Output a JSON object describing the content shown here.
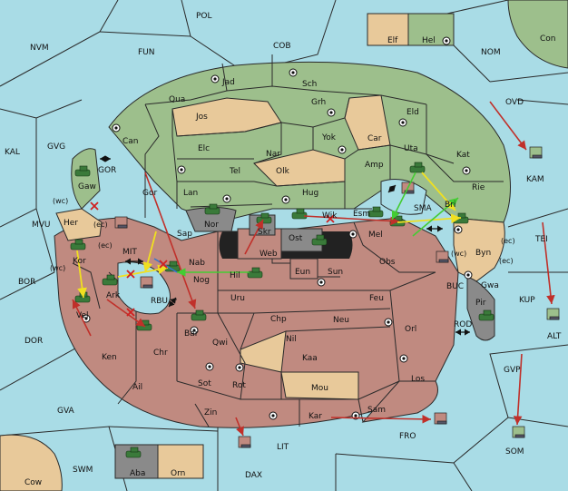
{
  "map": {
    "sea_regions": [
      "POL",
      "NVM",
      "FUN",
      "COB",
      "NOM",
      "Con",
      "OVD",
      "KAL",
      "GVG",
      "MVU",
      "BOR",
      "DOR",
      "GVA",
      "SWM",
      "Cow",
      "DAX",
      "LIT",
      "FRO",
      "SOM",
      "GVP",
      "KUP",
      "ALT",
      "TEI",
      "KAM",
      "RBU",
      "MIT",
      "SMA",
      "GOR",
      "BUC",
      "ROD",
      "(wc)",
      "(ec)"
    ],
    "home_box": [
      {
        "name": "Elf"
      },
      {
        "name": "Hel"
      }
    ],
    "bottom_box": [
      {
        "name": "Aba"
      },
      {
        "name": "Orn"
      }
    ],
    "provinces": {
      "green": [
        "Jad",
        "Sch",
        "Qua",
        "Grh",
        "Eld",
        "Can",
        "Jos",
        "Yok",
        "Car",
        "Uta",
        "Kat",
        "Elc",
        "Nar",
        "Amp",
        "Tel",
        "Olk",
        "Gor",
        "Rie",
        "Lan",
        "Hug",
        "Bri",
        "Esm",
        "Gaw",
        "Sap",
        "Nor"
      ],
      "tan": [
        "Her",
        "Byn",
        "Nil",
        "Mou",
        "Orn",
        "Elf"
      ],
      "red": [
        "Kor",
        "Ark",
        "Vel",
        "Nab",
        "Nog",
        "Hil",
        "Sun",
        "Obs",
        "Eun",
        "Uru",
        "Feu",
        "Chp",
        "Neu",
        "Orl",
        "Ken",
        "Chr",
        "Bar",
        "Qwi",
        "Kaa",
        "Los",
        "Ail",
        "Sot",
        "Rot",
        "Zin",
        "Kar",
        "Sam",
        "Mel",
        "Wik",
        "Ost",
        "Web"
      ],
      "gray": [
        "Skr",
        "Pir",
        "Gwa",
        "Aba"
      ]
    },
    "labels": {
      "POL": "POL",
      "NVM": "NVM",
      "FUN": "FUN",
      "COB": "COB",
      "NOM": "NOM",
      "Con": "Con",
      "OVD": "OVD",
      "KAL": "KAL",
      "GVG": "GVG",
      "MVU": "MVU",
      "BOR": "BOR",
      "DOR": "DOR",
      "GVA": "GVA",
      "SWM": "SWM",
      "Cow": "Cow",
      "DAX": "DAX",
      "LIT": "LIT",
      "FRO": "FRO",
      "SOM": "SOM",
      "GVP": "GVP",
      "KUP": "KUP",
      "ALT": "ALT",
      "TEI": "TEI",
      "KAM": "KAM",
      "RBU": "RBU",
      "MIT": "MIT",
      "SMA": "SMA",
      "GOR": "GOR",
      "BUC": "BUC",
      "ROD": "ROD",
      "wc": "(wc)",
      "ec": "(ec)",
      "Elf": "Elf",
      "Hel": "Hel",
      "Aba": "Aba",
      "Orn": "Orn",
      "Jad": "Jad",
      "Sch": "Sch",
      "Qua": "Qua",
      "Grh": "Grh",
      "Eld": "Eld",
      "Can": "Can",
      "Jos": "Jos",
      "Yok": "Yok",
      "Car": "Car",
      "Uta": "Uta",
      "Kat": "Kat",
      "Elc": "Elc",
      "Nar": "Nar",
      "Amp": "Amp",
      "Tel": "Tel",
      "Olk": "Olk",
      "Gor": "Gor",
      "Rie": "Rie",
      "Lan": "Lan",
      "Hug": "Hug",
      "Bri": "Bri",
      "Esm": "Esm",
      "Gaw": "Gaw",
      "Sap": "Sap",
      "Nor": "Nor",
      "Her": "Her",
      "Byn": "Byn",
      "Nil": "Nil",
      "Mou": "Mou",
      "Kor": "Kor",
      "Ark": "Ark",
      "Vel": "Vel",
      "Nab": "Nab",
      "Nog": "Nog",
      "Hil": "Hil",
      "Sun": "Sun",
      "Obs": "Obs",
      "Eun": "Eun",
      "Uru": "Uru",
      "Feu": "Feu",
      "Chp": "Chp",
      "Neu": "Neu",
      "Orl": "Orl",
      "Ken": "Ken",
      "Chr": "Chr",
      "Bar": "Bar",
      "Qwi": "Qwi",
      "Kaa": "Kaa",
      "Los": "Los",
      "Ail": "Ail",
      "Sot": "Sot",
      "Rot": "Rot",
      "Zin": "Zin",
      "Kar": "Kar",
      "Sam": "Sam",
      "Mel": "Mel",
      "Wik": "Wik",
      "Ost": "Ost",
      "Web": "Web",
      "Skr": "Skr",
      "Pir": "Pir",
      "Gwa": "Gwa"
    },
    "colors": {
      "sea": "#a9dce6",
      "green": "#9dbf8c",
      "tan": "#e8c99a",
      "red": "#c08a80",
      "gray": "#8a8a8a",
      "order_red": "#c0302a",
      "order_yellow": "#f0e020",
      "order_green": "#44cc33",
      "order_blue": "#3377cc"
    },
    "icons": [
      "army-icon",
      "fleet-icon",
      "supply-center-icon",
      "dislodged-x-icon",
      "double-arrow-icon"
    ]
  }
}
